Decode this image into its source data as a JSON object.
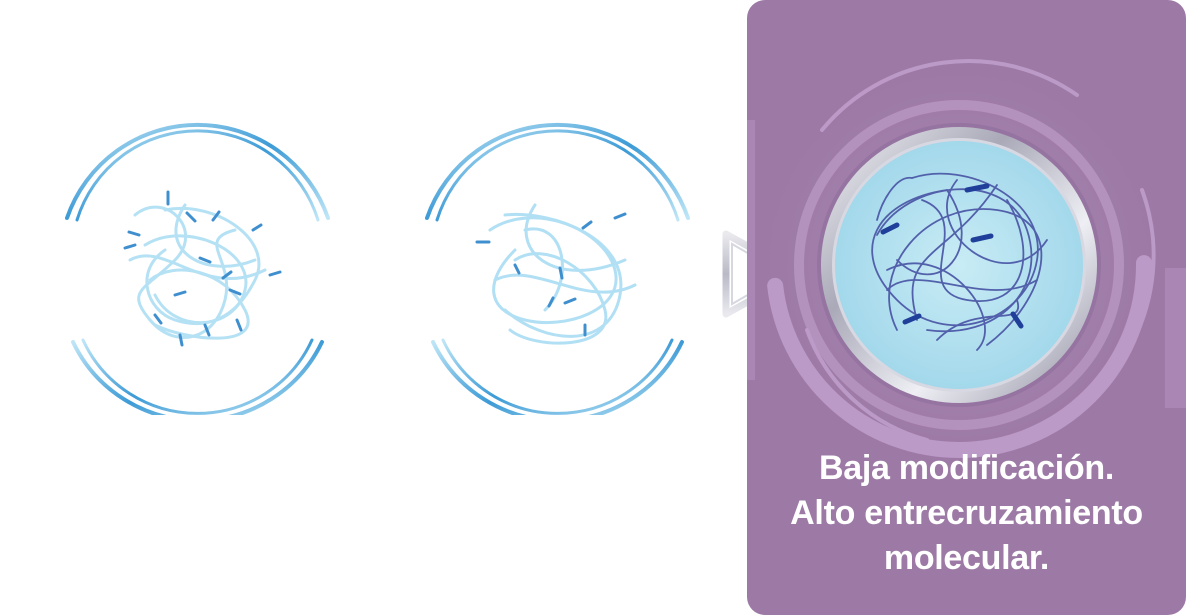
{
  "caption": {
    "line1": "Baja modificación.",
    "line2": "Alto entrecruzamiento",
    "line3": "molecular."
  },
  "colors": {
    "panel_bg": "#9d7aa6",
    "ring_blue": "#5fb1e0",
    "strand_light": "#a9dcf3",
    "strand_dark": "#4d5aa8",
    "marker_dark": "#1f3f9a"
  },
  "icons": [
    "molecule-circle-high-modification",
    "molecule-circle-medium-modification",
    "arrow-triangle-icon",
    "molecule-circle-low-modification"
  ]
}
